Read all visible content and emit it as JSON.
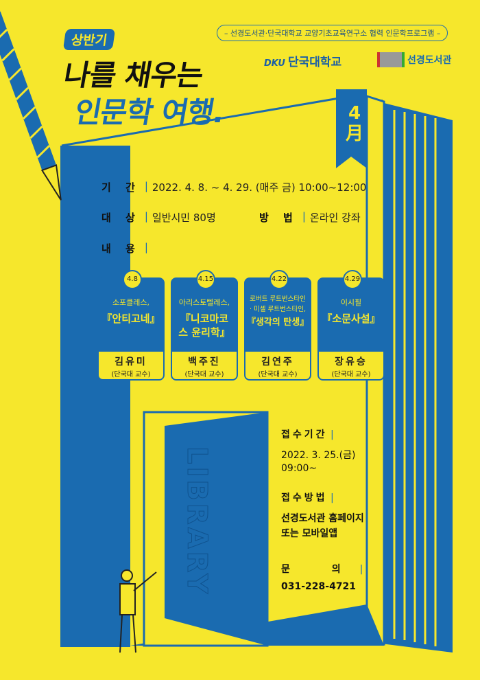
{
  "header": {
    "badge": "상반기",
    "title_line1": "나를 채우는",
    "title_line2": "인문학 여행.",
    "program": "– 선경도서관·단국대학교 교양기초교육연구소 협력 인문학프로그램 –",
    "logo_dku_mark": "DKU",
    "logo_dku": "단국대학교",
    "logo_library": "선경도서관",
    "month": "4月"
  },
  "info": {
    "period_label": "기 간",
    "period_value": "2022. 4. 8. ~ 4. 29. (매주 금) 10:00~12:00",
    "target_label": "대 상",
    "target_value": "일반시민 80명",
    "method_label": "방 법",
    "method_value": "온라인 강좌",
    "content_label": "내 용"
  },
  "sessions": [
    {
      "date": "4.8",
      "author": "소포클레스,",
      "book": "『안티고네』",
      "lecturer": "김유미",
      "affiliation": "(단국대 교수)"
    },
    {
      "date": "4.15",
      "author": "아리스토텔레스,",
      "book": "『니코마코스 윤리학』",
      "lecturer": "백주진",
      "affiliation": "(단국대 교수)"
    },
    {
      "date": "4.22",
      "author": "로버트 루트번스타인 · 미셸 루트번스타인,",
      "book": "『생각의 탄생』",
      "lecturer": "김연주",
      "affiliation": "(단국대 교수)"
    },
    {
      "date": "4.29",
      "author": "이시필",
      "book": "『소문사설』",
      "lecturer": "장유승",
      "affiliation": "(단국대 교수)"
    }
  ],
  "registration": {
    "period_label": "접수기간",
    "period_date": "2022. 3. 25.(금)",
    "period_time": "09:00~",
    "method_label": "접수방법",
    "method_value1": "선경도서관 홈페이지",
    "method_value2": "또는 모바일앱",
    "contact_label": "문 의",
    "contact_value": "031-228-4721"
  },
  "illustration": {
    "door_text": "LIBRARY"
  },
  "colors": {
    "yellow": "#f6e72c",
    "blue": "#1a6bb0"
  }
}
